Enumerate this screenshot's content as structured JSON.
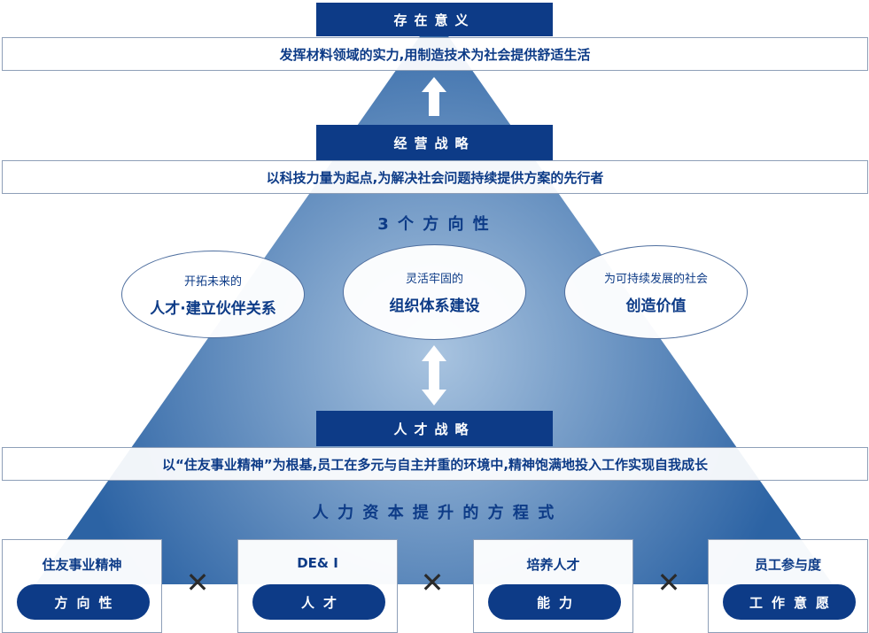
{
  "purpose": {
    "header": "存在意义",
    "statement": "发挥材料领域的实力,用制造技术为社会提供舒适生活"
  },
  "strategy": {
    "header": "经营战略",
    "statement": "以科技力量为起点,为解决社会问题持续提供方案的先行者"
  },
  "directions": {
    "title": "3 个 方 向 性",
    "items": [
      {
        "small": "开拓未来的",
        "big": "人才·建立伙伴关系"
      },
      {
        "small": "灵活牢固的",
        "big": "组织体系建设"
      },
      {
        "small": "为可持续发展的社会",
        "big": "创造价值"
      }
    ]
  },
  "hr_strategy": {
    "header": "人才战略",
    "statement": "以“住友事业精神”为根基,员工在多元与自主并重的环境中,精神饱满地投入工作实现自我成长"
  },
  "formula": {
    "title": "人 力 资 本 提 升 的 方 程 式",
    "operator": "✕",
    "items": [
      {
        "title": "住友事业精神",
        "pill": "方向性"
      },
      {
        "title": "DE& I",
        "pill": "人才"
      },
      {
        "title": "培养人才",
        "pill": "能力"
      },
      {
        "title": "员工参与度",
        "pill": "工作意愿"
      }
    ]
  },
  "colors": {
    "navy": "#0d3b87",
    "pyramid_dark": "#2c63a4",
    "pyramid_light": "#a9c4e0"
  }
}
